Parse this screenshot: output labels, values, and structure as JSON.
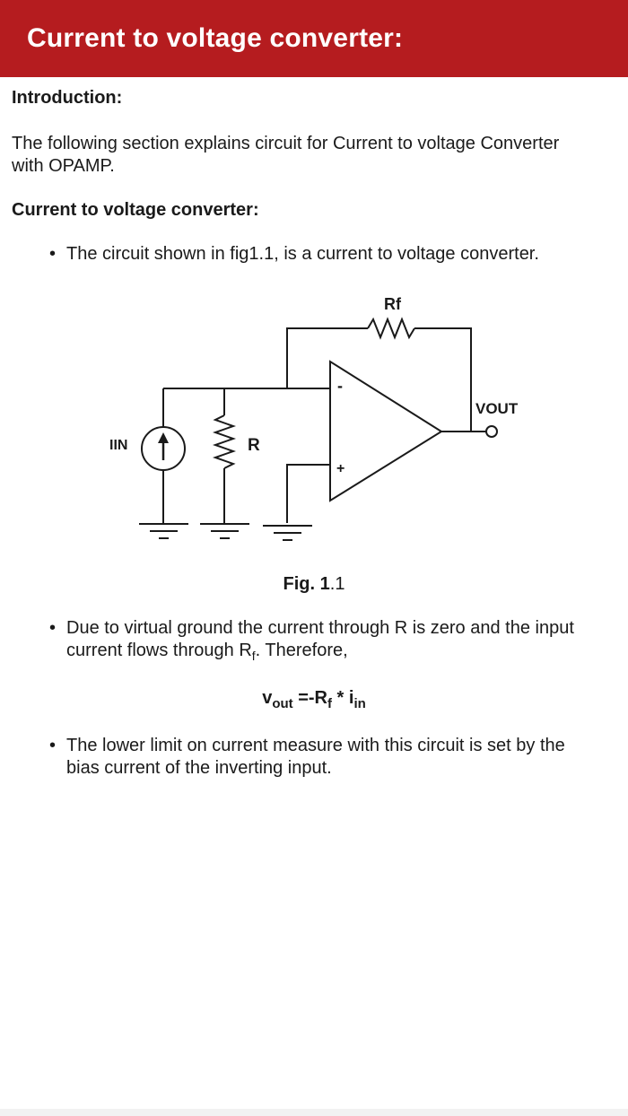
{
  "header": {
    "title": "Current to voltage converter:"
  },
  "intro": {
    "heading": "Introduction:",
    "line1": "The following section explains circuit for Current to voltage Converter",
    "line2": "with OPAMP."
  },
  "section": {
    "heading": "Current to voltage converter:",
    "bullet1": "The circuit shown in fig1.1, is a current to voltage converter."
  },
  "figure": {
    "caption_bold": "Fig. 1",
    "caption_rest": ".1",
    "label_rf": "Rf",
    "label_r": "R",
    "label_iin": "IIN",
    "label_vout": "VOUT",
    "label_minus": "-",
    "label_plus": "+"
  },
  "bullet2": {
    "line1": "Due to virtual ground the current through R is zero and the input",
    "line2_pre": "current flows through R",
    "line2_sub": "f",
    "line2_post": ". Therefore,"
  },
  "formula": {
    "v": "v",
    "v_sub": "out",
    "mid": " =-R",
    "r_sub": "f",
    "times": " * i",
    "i_sub": "in"
  },
  "bullet3": {
    "line1": "The lower limit on current measure with this circuit is set by the",
    "line2": "bias current of the inverting input."
  }
}
